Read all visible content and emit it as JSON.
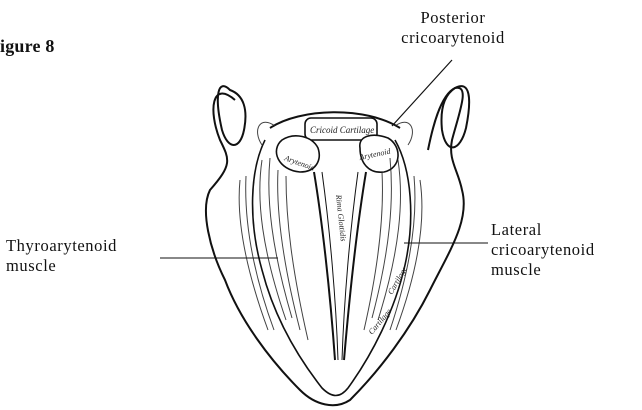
{
  "figure": {
    "title": "igure 8"
  },
  "labels": {
    "posterior": {
      "line1": "Posterior",
      "line2": "cricoarytenoid"
    },
    "thyroarytenoid": {
      "line1": "Thyroarytenoid",
      "line2": "muscle"
    },
    "lateral": {
      "line1": "Lateral",
      "line2": "cricoarytenoid",
      "line3": "muscle"
    }
  },
  "drawing_labels": {
    "cricoid": "Cricoid Cartilage",
    "arytenoid_left": "Arytenoid",
    "arytenoid_right": "Arytenoid",
    "rima": "Rima Glottidis",
    "cartilage_right": "Cartilage",
    "cartilage_lower": "Cartilage"
  }
}
